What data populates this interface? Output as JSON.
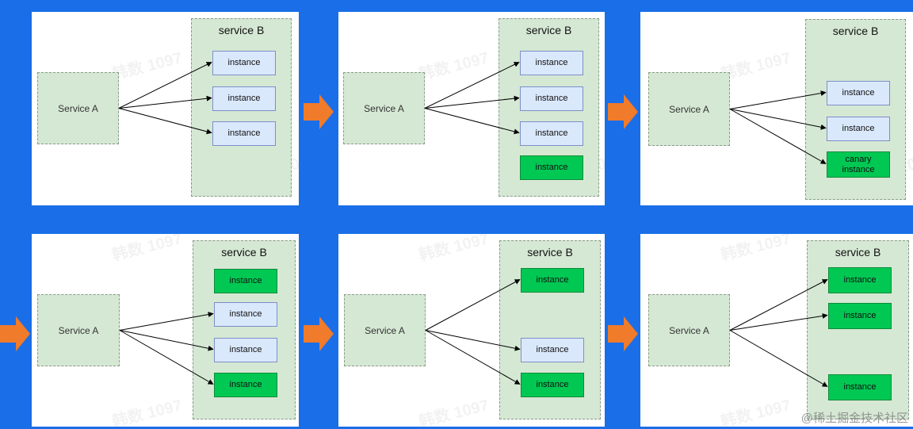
{
  "diagram": {
    "service_a_label": "Service A",
    "service_b_title": "service B",
    "instance_label": "instance",
    "canary_label_line1": "canary",
    "canary_label_line2": "instance",
    "colors": {
      "background": "#1a6ee8",
      "panel": "#ffffff",
      "service_box": "#d5e8d4",
      "instance_blue": "#dae8fc",
      "instance_green": "#00c853",
      "step_arrow": "#f07b2a"
    },
    "panels": [
      {
        "step": 1,
        "instances": [
          {
            "kind": "blue",
            "routed": true
          },
          {
            "kind": "blue",
            "routed": true
          },
          {
            "kind": "blue",
            "routed": true
          }
        ]
      },
      {
        "step": 2,
        "instances": [
          {
            "kind": "blue",
            "routed": true
          },
          {
            "kind": "blue",
            "routed": true
          },
          {
            "kind": "blue",
            "routed": true
          },
          {
            "kind": "green",
            "routed": false
          }
        ]
      },
      {
        "step": 3,
        "instances": [
          {
            "kind": "blue",
            "routed": true
          },
          {
            "kind": "blue",
            "routed": true
          },
          {
            "kind": "canary",
            "routed": true
          }
        ]
      },
      {
        "step": 4,
        "instances": [
          {
            "kind": "green",
            "routed": false
          },
          {
            "kind": "blue",
            "routed": true
          },
          {
            "kind": "blue",
            "routed": true
          },
          {
            "kind": "green",
            "routed": true
          }
        ]
      },
      {
        "step": 5,
        "instances": [
          {
            "kind": "green",
            "routed": true
          },
          {
            "kind": "blue",
            "routed": true
          },
          {
            "kind": "green",
            "routed": true
          }
        ]
      },
      {
        "step": 6,
        "instances": [
          {
            "kind": "green",
            "routed": true
          },
          {
            "kind": "green",
            "routed": true
          },
          {
            "kind": "green",
            "routed": true
          }
        ]
      }
    ]
  },
  "watermark": {
    "text": "韩数 1097",
    "credit": "@稀土掘金技术社区"
  }
}
